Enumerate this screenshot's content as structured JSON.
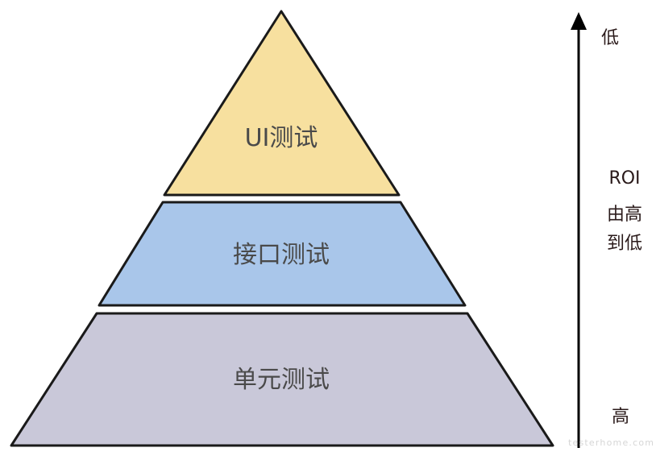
{
  "pyramid": {
    "tiers": [
      {
        "label": "UI测试",
        "color": "#f7e09f"
      },
      {
        "label": "接口测试",
        "color": "#a9c6ea"
      },
      {
        "label": "单元测试",
        "color": "#c9c8d9"
      }
    ],
    "outline_color": "#1a1a1a"
  },
  "roi_axis": {
    "top_label": "低",
    "title_line1": "ROI",
    "title_line2": "由高",
    "title_line3": "到低",
    "bottom_label": "高"
  },
  "watermark": "testerhome.com"
}
